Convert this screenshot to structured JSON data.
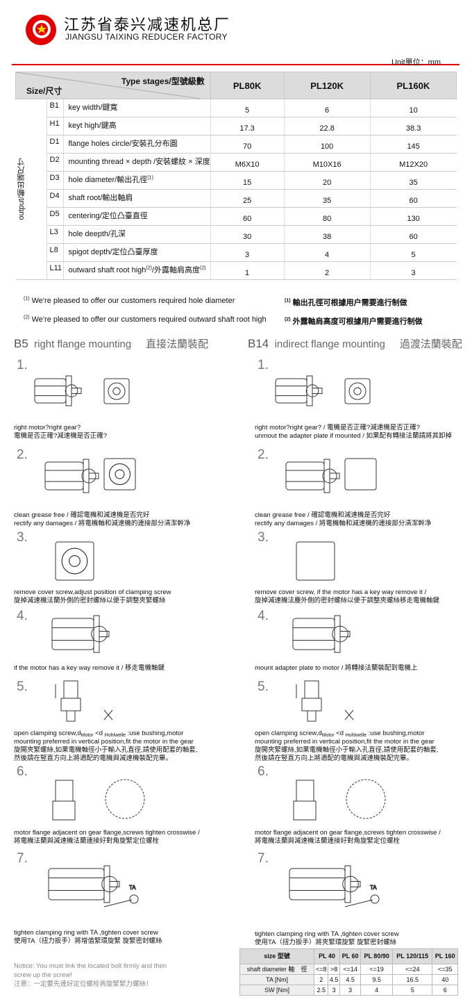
{
  "header": {
    "title_cn": "江苏省泰兴减速机总厂",
    "title_en": "JIANGSU TAIXING REDUCER FACTORY",
    "logo_colors": [
      "#e40000",
      "#ffd400"
    ],
    "accent": "#e40000"
  },
  "unit": "Unit單位：mm",
  "spec_table": {
    "corner_type": "Type stages/型號級數",
    "corner_size": "Size/尺寸",
    "group_label": "output/輸出端尺寸",
    "columns": [
      "PL80K",
      "PL120K",
      "PL160K"
    ],
    "rows": [
      {
        "code": "B1",
        "desc": "key width/鍵寬",
        "values": [
          "5",
          "6",
          "10"
        ]
      },
      {
        "code": "H1",
        "desc": "keyt high/鍵高",
        "values": [
          "17.3",
          "22.8",
          "38.3"
        ]
      },
      {
        "code": "D1",
        "desc": "flange holes circle/安裝孔分布圓",
        "values": [
          "70",
          "100",
          "145"
        ]
      },
      {
        "code": "D2",
        "desc": "mounting thread × depth /安裝螺紋 × 深度",
        "values": [
          "M6X10",
          "M10X16",
          "M12X20"
        ]
      },
      {
        "code": "D3",
        "desc": "hole diameter/輸出孔徑",
        "sup": "(1)",
        "values": [
          "15",
          "20",
          "35"
        ]
      },
      {
        "code": "D4",
        "desc": "shaft root/輸出軸肩",
        "values": [
          "25",
          "35",
          "60"
        ]
      },
      {
        "code": "D5",
        "desc": "centering/定位凸臺直徑",
        "values": [
          "60",
          "80",
          "130"
        ]
      },
      {
        "code": "L3",
        "desc": "hole deepth/孔深",
        "values": [
          "30",
          "38",
          "60"
        ]
      },
      {
        "code": "L8",
        "desc": "spigot depth/定位凸臺厚度",
        "values": [
          "3",
          "4",
          "5"
        ]
      },
      {
        "code": "L11",
        "desc": "outward shaft root high",
        "sup": "(2)",
        "desc2": "/外露軸肩高度",
        "sup2": "(2)",
        "values": [
          "1",
          "2",
          "3"
        ]
      }
    ]
  },
  "footnotes": {
    "en": [
      {
        "mark": "(1)",
        "text": "We're pleased to offer our customers required hole diameter"
      },
      {
        "mark": "(2)",
        "text": "We're pleased to offer our customers required outward shaft root high"
      }
    ],
    "cn": [
      {
        "mark": "(1)",
        "text": "輸出孔徑可根據用户需要進行制做"
      },
      {
        "mark": "(2)",
        "text": "外露軸肩高度可根據用户需要進行制做"
      }
    ]
  },
  "b5": {
    "code": "B5",
    "title": "right flange mounting",
    "title_cn": "直接法蘭裝配",
    "steps": [
      {
        "num": "1.",
        "lines": [
          "right motor?right gear?",
          "電機是否正確?減速機是否正確?"
        ]
      },
      {
        "num": "2.",
        "lines": [
          "clean grease free / 確認電機和減速機是否完好",
          "rectify any damages / 將電機軸和減速機的連接部分清潔幹净"
        ]
      },
      {
        "num": "3.",
        "lines": [
          "remove cover screw,adjust position of clamping screw",
          "旋掉減速機法蘭外側的密封螺絲以便于調整夾緊螺絲"
        ]
      },
      {
        "num": "4.",
        "lines": [
          "if the motor has a key way remove it / 移走電機軸鍵"
        ]
      },
      {
        "num": "5.",
        "lines": [
          "open clamping screw,d",
          "Motor",
          " <d ",
          "Hohlwelle",
          " :use bushing,motor",
          "mounting preferred in vertical position,fit the motor in the gear",
          "旋開夾緊螺絲,如果電機軸徑小于輸入孔直徑,請使用配套的軸套,",
          "然後請在竪直方向上將適配的電機與減速機裝配完畢。"
        ]
      },
      {
        "num": "6.",
        "lines": [
          "motor flange adjacent on gear flange,screws tighten crosswise /",
          "將電機法蘭與減速機法蘭連接好對角旋緊定位螺栓"
        ]
      },
      {
        "num": "7.",
        "lines": [
          "tighten clamping ring with TA ,tighten cover screw",
          "使用TA（扭力扳手）將增值緊環旋緊 旋緊密封螺絲"
        ]
      }
    ]
  },
  "b14": {
    "code": "B14",
    "title": "indirect flange mounting",
    "title_cn": "過渡法蘭裝配",
    "steps": [
      {
        "num": "1.",
        "lines": [
          "right motor?right gear? / 電機是否正確?減速機是否正確?",
          "unmout the adapter plate if mounted  / 如果配有轉接法蘭請將其卸掉"
        ]
      },
      {
        "num": "2.",
        "lines": [
          "clean grease free / 確認電機和減速機是否完好",
          "rectify any damages / 將電機軸和減速機的連接部分清潔幹净"
        ]
      },
      {
        "num": "3.",
        "lines": [
          "remove cover screw, if the motor has a key way remove it /",
          "旋掉減速機法塵外側的密封螺絲以便于調整夾螺絲移走電機軸鍵"
        ]
      },
      {
        "num": "4.",
        "lines": [
          "mount adapter plate to motor / 將轉接法蘭裝配到電機上"
        ]
      },
      {
        "num": "5.",
        "lines": [
          "open clamping screw,d",
          "Motor",
          " <d ",
          "Hohlwelle",
          " :use bushing,motor",
          "mounting preferred in vertical position,fit the motor in the gear",
          "旋開夾緊螺絲,如果電機軸徑小于輸入孔直徑,請使用配套的軸套,",
          "然後請在竪直方向上將適配的電機與減速機裝配完畢。"
        ]
      },
      {
        "num": "6.",
        "lines": [
          "motor flange adjacent on gear flange,screws tighten crosswise /",
          "將電機法蘭與減速機法蘭連接好對角旋緊定位螺栓"
        ]
      },
      {
        "num": "7.",
        "lines": [
          "tighten clamping ring with TA ,tighten cover screw",
          "使用TA（扭力扳手）將夾緊環旋緊 旋緊密封螺絲"
        ]
      }
    ]
  },
  "illustration_label": "TA",
  "notice": [
    "Notice: You must link the located bolt firmly and then",
    "screw up the screw!",
    "注意：一定要先連好定位螺栓再旋緊緊力螺絲！"
  ],
  "torque_table": {
    "headers": [
      "size 型號",
      "PL 40",
      "PL 60",
      "PL 80/90",
      "PL 120/115",
      "PL 160"
    ],
    "rows": [
      {
        "label": "shaft diameter 軸　徑",
        "values": [
          "<=8",
          ">8",
          "<=14",
          "<=19",
          "<=24",
          "<=35"
        ]
      },
      {
        "label": "TA  [Nm]",
        "values": [
          "2",
          "4.5",
          "4.5",
          "9.5",
          "16.5",
          "40"
        ]
      },
      {
        "label": "SW  [Nm]",
        "values": [
          "2.5",
          "3",
          "3",
          "4",
          "5",
          "6"
        ]
      }
    ]
  }
}
